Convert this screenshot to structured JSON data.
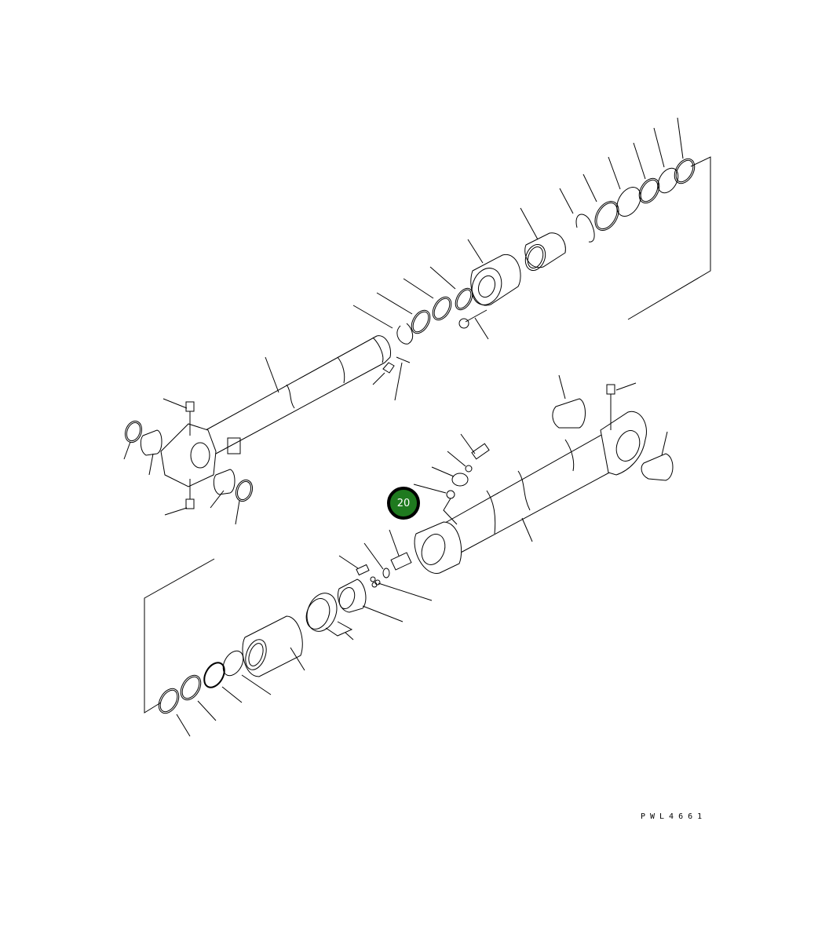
{
  "diagram": {
    "type": "exploded parts diagram",
    "subject": "hydraulic cylinder assembly",
    "drawing_code": "PWL4661",
    "callouts": [
      {
        "id": "callout-20",
        "label": "20",
        "color": "#1f7a1f",
        "border": "#000000",
        "text_color": "#ffffff"
      }
    ],
    "colors": {
      "line": "#000000",
      "background": "#ffffff"
    }
  }
}
